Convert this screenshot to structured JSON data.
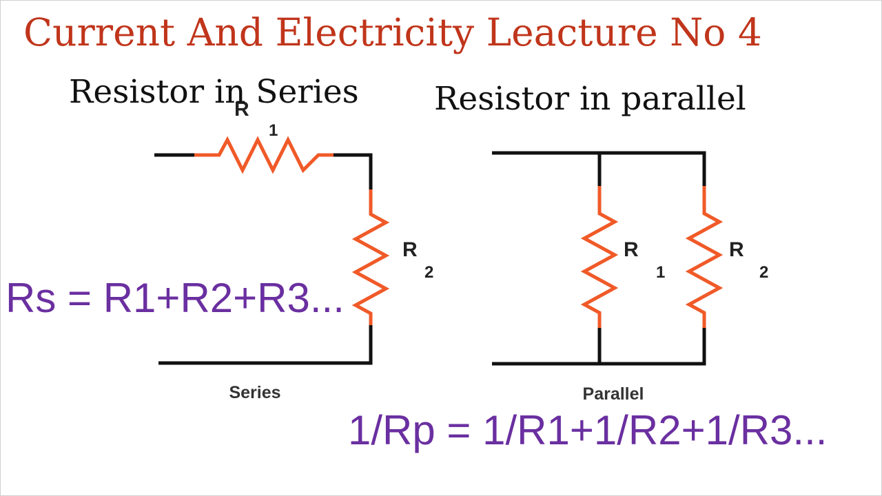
{
  "title": "Current And Electricity Leacture No 4",
  "series_heading": "Resistor in Series",
  "parallel_heading": "Resistor in parallel",
  "series_diagram": {
    "caption": "Series",
    "r1_label": "R",
    "r1_subscript": "1",
    "r2_label": "R",
    "r2_subscript": "2"
  },
  "parallel_diagram": {
    "caption": "Parallel",
    "r1_label": "R",
    "r1_subscript": "1",
    "r2_label": "R",
    "r2_subscript": "2"
  },
  "series_formula": "Rs = R1+R2+R3...",
  "parallel_formula": "1/Rp = 1/R1+1/R2+1/R3...",
  "colors": {
    "title": "#c0351b",
    "formula": "#6a2fa0",
    "heading": "#111111",
    "wire": "#111111",
    "resistor": "#f05a28"
  }
}
